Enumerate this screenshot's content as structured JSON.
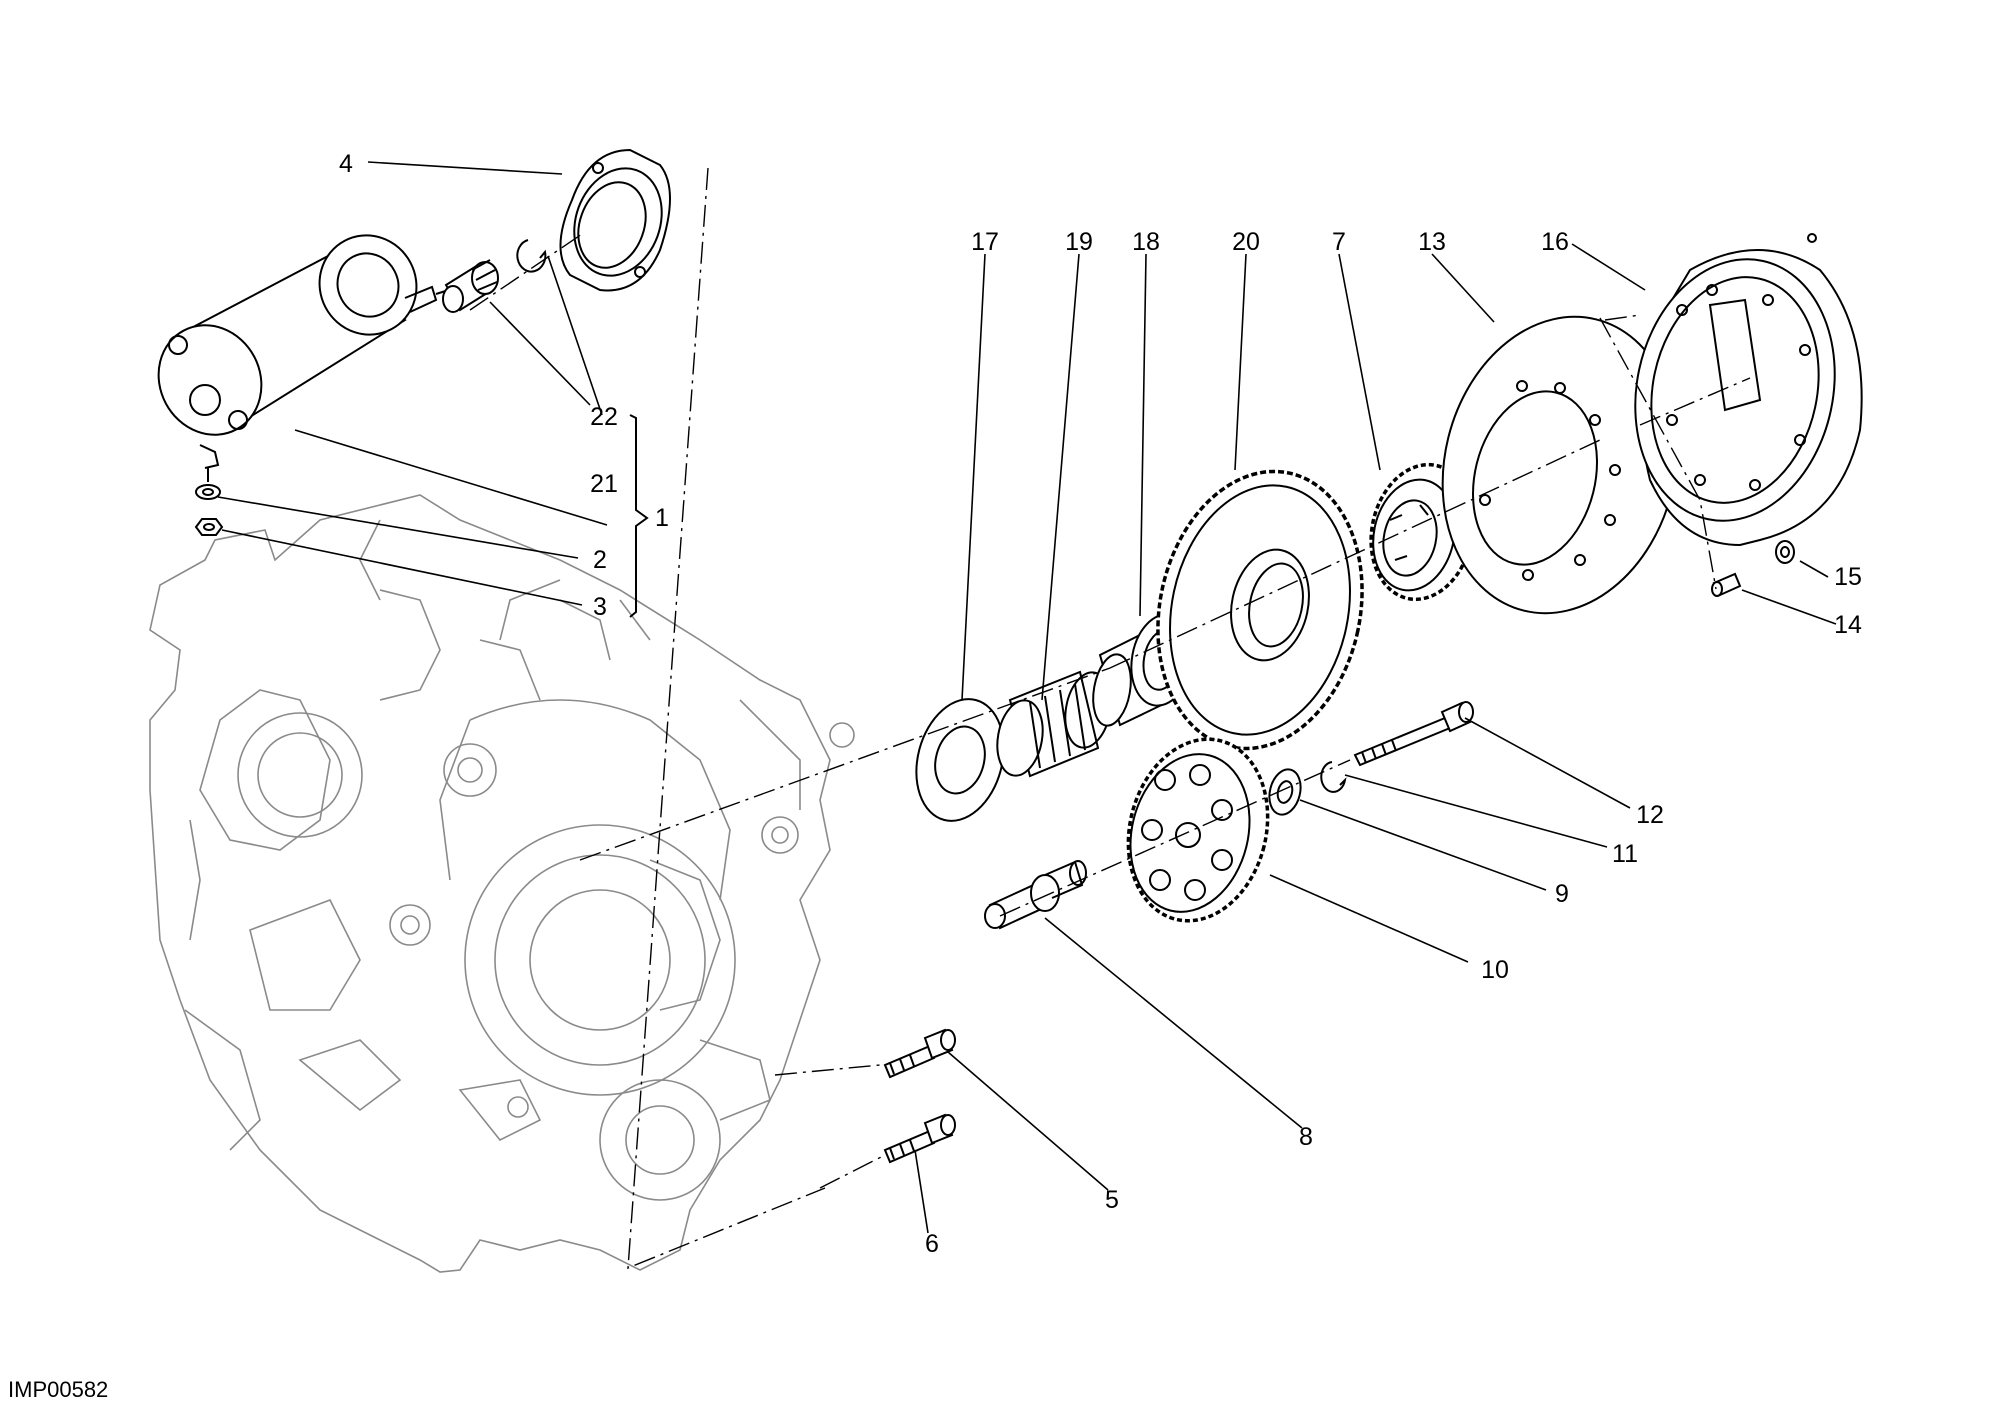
{
  "drawing_code": "IMP00582",
  "callouts": [
    {
      "id": "p1",
      "label": "1"
    },
    {
      "id": "p2",
      "label": "2"
    },
    {
      "id": "p3",
      "label": "3"
    },
    {
      "id": "p4",
      "label": "4"
    },
    {
      "id": "p5",
      "label": "5"
    },
    {
      "id": "p6",
      "label": "6"
    },
    {
      "id": "p7",
      "label": "7"
    },
    {
      "id": "p8",
      "label": "8"
    },
    {
      "id": "p9",
      "label": "9"
    },
    {
      "id": "p10",
      "label": "10"
    },
    {
      "id": "p11",
      "label": "11"
    },
    {
      "id": "p12",
      "label": "12"
    },
    {
      "id": "p13",
      "label": "13"
    },
    {
      "id": "p14",
      "label": "14"
    },
    {
      "id": "p15",
      "label": "15"
    },
    {
      "id": "p16",
      "label": "16"
    },
    {
      "id": "p17",
      "label": "17"
    },
    {
      "id": "p18",
      "label": "18"
    },
    {
      "id": "p19",
      "label": "19"
    },
    {
      "id": "p20",
      "label": "20"
    },
    {
      "id": "p21",
      "label": "21"
    },
    {
      "id": "p22",
      "label": "22"
    }
  ]
}
